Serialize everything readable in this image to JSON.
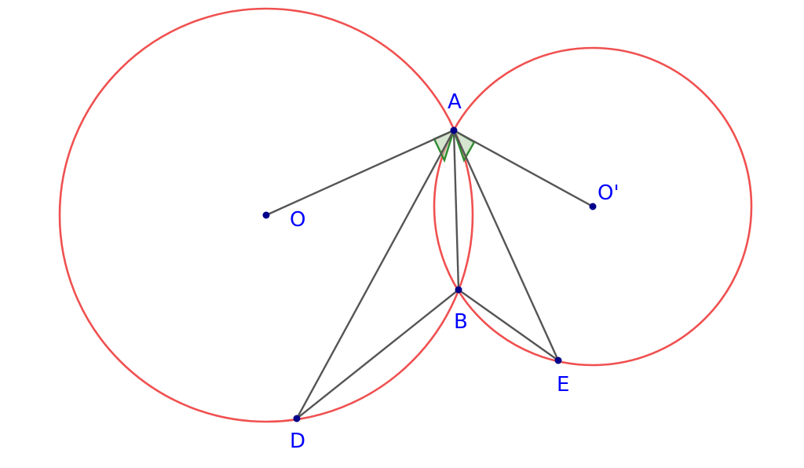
{
  "colors": {
    "circle": "#f05050",
    "segment": "#555555",
    "point": "#00008b",
    "label": "#0000ff",
    "angle_mark": "#2e8b2e",
    "angle_fill": "#b9d3b0"
  },
  "points": {
    "A": {
      "label": "A"
    },
    "B": {
      "label": "B"
    },
    "O": {
      "label": "O"
    },
    "O2": {
      "label": "O'"
    },
    "D": {
      "label": "D"
    },
    "E": {
      "label": "E"
    }
  }
}
